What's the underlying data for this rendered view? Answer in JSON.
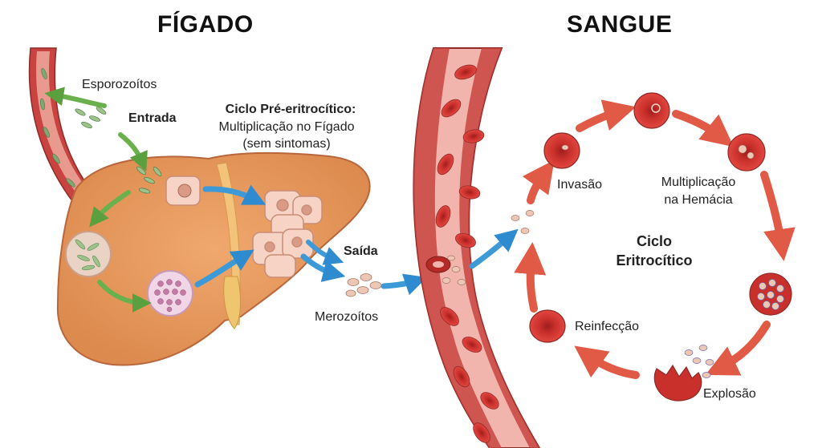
{
  "titles": {
    "liver": "FÍGADO",
    "blood": "SANGUE"
  },
  "liver_labels": {
    "sporozoites": "Esporozoítos",
    "entry": "Entrada",
    "pre_cycle_title": "Ciclo Pré-eritrocítico:",
    "pre_cycle_line1": "Multiplicação no Fígado",
    "pre_cycle_line2": "(sem sintomas)",
    "exit": "Saída",
    "merozoites": "Merozoítos"
  },
  "blood_labels": {
    "invasion": "Invasão",
    "multiplication_line1": "Multiplicação",
    "multiplication_line2": "na Hemácia",
    "cycle_line1": "Ciclo",
    "cycle_line2": "Eritrocítico",
    "reinfection": "Reinfecção",
    "explosion": "Explosão"
  },
  "colors": {
    "liver": "#e8955a",
    "green_arrow": "#6ab04c",
    "blue_arrow": "#3d9ad6",
    "red_arrow": "#e05a45",
    "vessel": "#c94440",
    "rbc": "#d93a36"
  }
}
